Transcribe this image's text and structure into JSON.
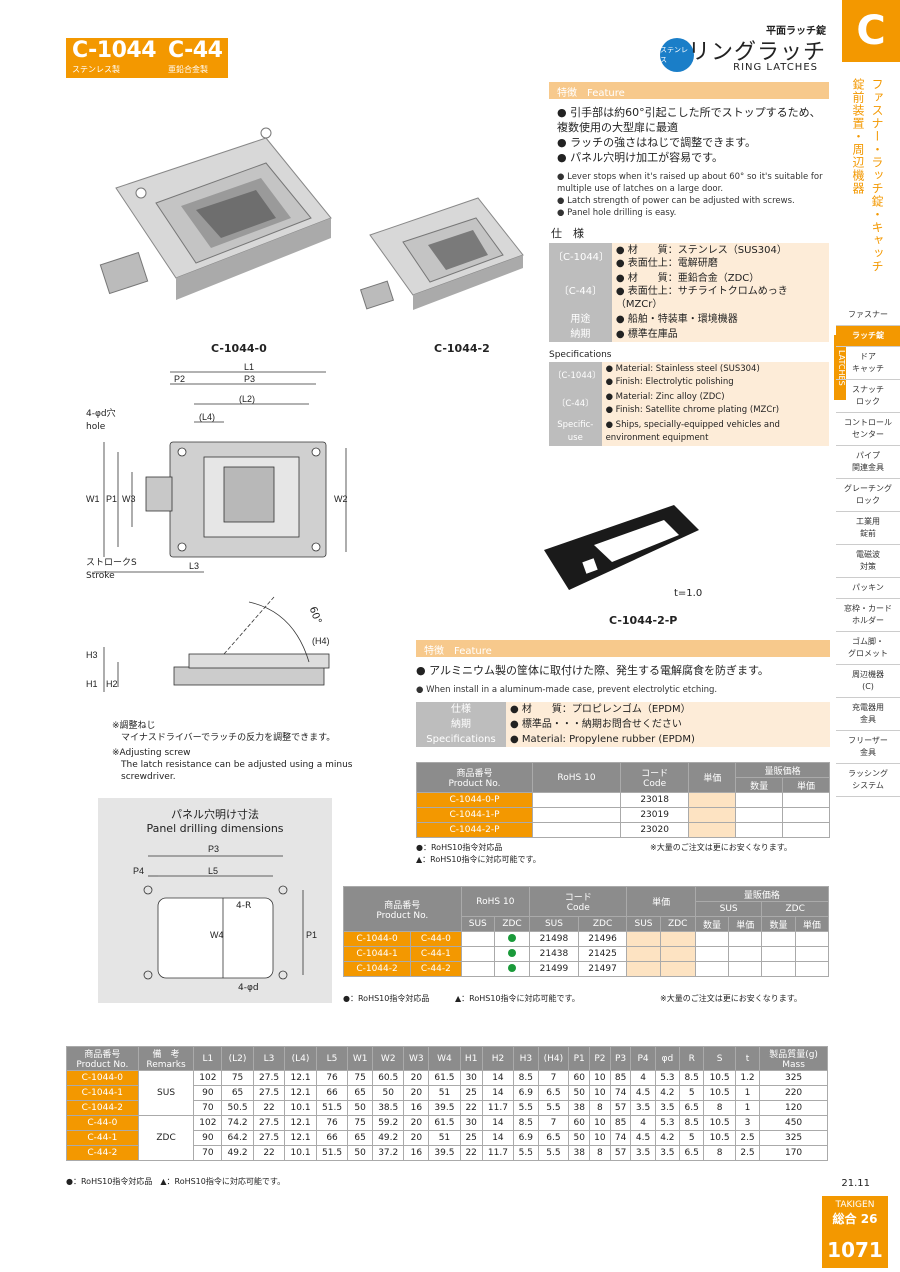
{
  "header": {
    "code1": "C-1044",
    "code1_sub": "ステンレス製",
    "code2": "C-44",
    "code2_sub": "亜鉛合金製",
    "category_jp": "平面ラッチ錠",
    "title_jp": "リングラッチ",
    "title_en": "RING LATCHES",
    "badge": "ステンレス"
  },
  "sidebar": {
    "letter": "C",
    "vertical": [
      "ファスナー・ラッチ錠・キャッチ",
      "錠前装置・周辺機器"
    ],
    "tab": "LATCHES",
    "items": [
      "ファスナー",
      "ラッチ錠",
      "ドア\nキャッチ",
      "スナッチ\nロック",
      "コントロール\nセンター",
      "パイプ\n関連金具",
      "グレーチング\nロック",
      "工業用\n錠前",
      "電磁波\n対策",
      "パッキン",
      "窓枠・カード\nホルダー",
      "ゴム脚・\nグロメット",
      "周辺機器\n(C)",
      "充電器用\n金具",
      "フリーザー\n金具",
      "ラッシング\nシステム"
    ]
  },
  "labels": {
    "img1": "C-1044-0",
    "img2": "C-1044-2",
    "pad": "C-1044-2-P",
    "thickness": "t=1.0",
    "hole": "4-φd穴\nhole",
    "stroke": "ストロークS\nStroke",
    "angle": "60°",
    "adj_jp": "※調整ねじ\n　マイナスドライバーでラッチの反力を調整できます。",
    "adj_en": "※Adjusting screw\n　The latch resistance can be adjusted using a minus\n　screwdriver.",
    "panel_jp": "パネル穴明け寸法",
    "panel_en": "Panel drilling dimensions",
    "panel_r": "4-R",
    "panel_d": "4-φd"
  },
  "feature1": {
    "head_jp": "特徴",
    "head_en": "Feature",
    "jp": [
      "引手部は約60°引起こした所でストップするため、複数使用の大型扉に最適",
      "ラッチの強さはねじで調整できます。",
      "パネル穴明け加工が容易です。"
    ],
    "en": [
      "Lever stops when it's raised up about 60° so it's suitable for multiple use of latches on a large door.",
      "Latch strength of power can be adjusted with screws.",
      "Panel hole drilling is easy."
    ]
  },
  "spec": {
    "title_jp": "仕　様",
    "rows": [
      {
        "label": "〔C-1044〕",
        "vals": [
          "材　　質：ステンレス（SUS304）",
          "表面仕上：電解研磨"
        ]
      },
      {
        "label": "〔C-44〕",
        "vals": [
          "材　　質：亜鉛合金（ZDC）",
          "表面仕上：サチライトクロムめっき（MZCr）"
        ]
      },
      {
        "label": "用途",
        "vals": [
          "船舶・特装車・環境機器"
        ]
      },
      {
        "label": "納期",
        "vals": [
          "標準在庫品"
        ]
      }
    ],
    "title_en": "Specifications",
    "rows_en": [
      {
        "label": "〔C-1044〕",
        "vals": [
          "Material: Stainless steel (SUS304)",
          "Finish: Electrolytic polishing"
        ]
      },
      {
        "label": "〔C-44〕",
        "vals": [
          "Material: Zinc alloy (ZDC)",
          "Finish: Satellite chrome plating (MZCr)"
        ]
      },
      {
        "label": "Specific-\nuse",
        "vals": [
          "Ships, specially-equipped vehicles and environment equipment"
        ]
      }
    ]
  },
  "feature2": {
    "head_jp": "特徴",
    "head_en": "Feature",
    "jp": "アルミニウム製の筐体に取付けた際、発生する電解腐食を防ぎます。",
    "en": "When install in a aluminum-made case, prevent electrolytic etching.",
    "rows": [
      {
        "label": "仕様",
        "val": "材　　質：プロピレンゴム（EPDM）"
      },
      {
        "label": "納期",
        "val": "標準品・・・納期お問合せください"
      },
      {
        "label": "Specifications",
        "val": "Material: Propylene rubber (EPDM)"
      }
    ]
  },
  "pad_table": {
    "h_product": "商品番号\nProduct No.",
    "h_rohs": "RoHS 10",
    "h_code": "コード\nCode",
    "h_price": "単価",
    "h_vol": "量販価格",
    "h_qty": "数量",
    "h_unit": "単価",
    "rows": [
      [
        "C-1044-0-P",
        "23018"
      ],
      [
        "C-1044-1-P",
        "23019"
      ],
      [
        "C-1044-2-P",
        "23020"
      ]
    ],
    "note1": "●：RoHS10指令対応品",
    "note2": "▲：RoHS10指令に対応可能です。",
    "note3": "※大量のご注文は更にお安くなります。"
  },
  "main_table": {
    "h_product": "商品番号\nProduct No.",
    "h_rohs": "RoHS 10",
    "h_code": "コード\nCode",
    "h_price": "単価",
    "h_vol": "量販価格",
    "sus": "SUS",
    "zdc": "ZDC",
    "qty": "数量",
    "unit": "単価",
    "rows": [
      [
        "C-1044-0",
        "C-44-0",
        "21498",
        "21496"
      ],
      [
        "C-1044-1",
        "C-44-1",
        "21438",
        "21425"
      ],
      [
        "C-1044-2",
        "C-44-2",
        "21499",
        "21497"
      ]
    ],
    "note1": "●：RoHS10指令対応品",
    "note2": "▲：RoHS10指令に対応可能です。",
    "note3": "※大量のご注文は更にお安くなります。"
  },
  "dim_table": {
    "headers": [
      "商品番号\nProduct No.",
      "備　考\nRemarks",
      "L1",
      "(L2)",
      "L3",
      "(L4)",
      "L5",
      "W1",
      "W2",
      "W3",
      "W4",
      "H1",
      "H2",
      "H3",
      "(H4)",
      "P1",
      "P2",
      "P3",
      "P4",
      "φd",
      "R",
      "S",
      "t",
      "製品質量(g)\nMass"
    ],
    "rows": [
      [
        "C-1044-0",
        "SUS",
        "102",
        "75",
        "27.5",
        "12.1",
        "76",
        "75",
        "60.5",
        "20",
        "61.5",
        "30",
        "14",
        "8.5",
        "7",
        "60",
        "10",
        "85",
        "4",
        "5.3",
        "8.5",
        "10.5",
        "1.2",
        "325"
      ],
      [
        "C-1044-1",
        "",
        "90",
        "65",
        "27.5",
        "12.1",
        "66",
        "65",
        "50",
        "20",
        "51",
        "25",
        "14",
        "6.9",
        "6.5",
        "50",
        "10",
        "74",
        "4.5",
        "4.2",
        "5",
        "10.5",
        "1",
        "220"
      ],
      [
        "C-1044-2",
        "",
        "70",
        "50.5",
        "22",
        "10.1",
        "51.5",
        "50",
        "38.5",
        "16",
        "39.5",
        "22",
        "11.7",
        "5.5",
        "5.5",
        "38",
        "8",
        "57",
        "3.5",
        "3.5",
        "6.5",
        "8",
        "1",
        "120"
      ],
      [
        "C-44-0",
        "ZDC",
        "102",
        "74.2",
        "27.5",
        "12.1",
        "76",
        "75",
        "59.2",
        "20",
        "61.5",
        "30",
        "14",
        "8.5",
        "7",
        "60",
        "10",
        "85",
        "4",
        "5.3",
        "8.5",
        "10.5",
        "3",
        "450"
      ],
      [
        "C-44-1",
        "",
        "90",
        "64.2",
        "27.5",
        "12.1",
        "66",
        "65",
        "49.2",
        "20",
        "51",
        "25",
        "14",
        "6.9",
        "6.5",
        "50",
        "10",
        "74",
        "4.5",
        "4.2",
        "5",
        "10.5",
        "2.5",
        "325"
      ],
      [
        "C-44-2",
        "",
        "70",
        "49.2",
        "22",
        "10.1",
        "51.5",
        "50",
        "37.2",
        "16",
        "39.5",
        "22",
        "11.7",
        "5.5",
        "5.5",
        "38",
        "8",
        "57",
        "3.5",
        "3.5",
        "6.5",
        "8",
        "2.5",
        "170"
      ]
    ],
    "note": "●：RoHS10指令対応品　▲：RoHS10指令に対応可能です。"
  },
  "footer": {
    "date": "21.11",
    "brand": "TAKIGEN",
    "sogo": "総合 26",
    "page": "1071"
  }
}
